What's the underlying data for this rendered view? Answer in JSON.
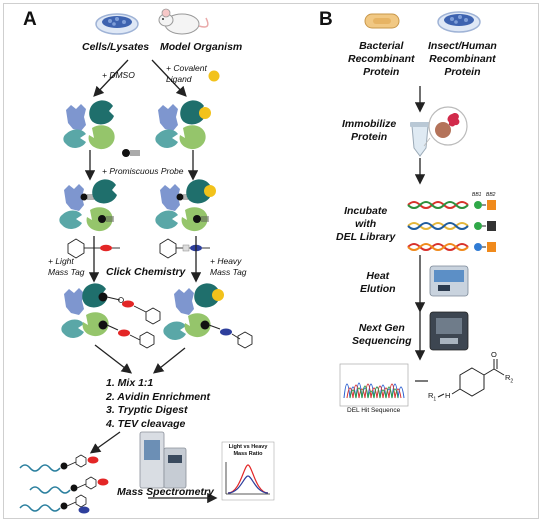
{
  "panel_a": {
    "letter": "A",
    "source_1": "Cells/Lysates",
    "source_2": "Model Organism",
    "dmso": "+ DMSO",
    "covalent_ligand": "+ Covalent\nLigand",
    "promiscuous_probe": "+ Promiscuous Probe",
    "light_tag": "+ Light\nMass Tag",
    "heavy_tag": "+ Heavy\nMass Tag",
    "click_chemistry": "Click Chemistry",
    "steps": [
      "1. Mix 1:1",
      "2. Avidin Enrichment",
      "3. Tryptic Digest",
      "4. TEV cleavage"
    ],
    "mass_spec": "Mass Spectrometry",
    "plot_title": "Light vs Heavy\nMass Ratio"
  },
  "panel_b": {
    "letter": "B",
    "source_1": "Bacterial\nRecombinant\nProtein",
    "source_2": "Insect/Human\nRecombinant\nProtein",
    "immobilize": "Immobilize\nProtein",
    "incubate": "Incubate\nwith\nDEL Library",
    "bb1": "BB1",
    "bb2": "BB2",
    "heat": "Heat\nElution",
    "ngs": "Next Gen\nSequencing",
    "del_hit": "DEL Hit Sequence",
    "r1": "R",
    "r2": "R",
    "h": "H",
    "o": "O"
  },
  "colors": {
    "blue_protein": "#7e96cf",
    "teal_protein": "#1f6f6c",
    "cyan_protein": "#5aa7a7",
    "green_protein": "#95c56b",
    "ligand_yellow": "#f2c21b",
    "light_tag_red": "#e32626",
    "heavy_tag_blue": "#2e3f9c",
    "arrow": "#222222"
  }
}
